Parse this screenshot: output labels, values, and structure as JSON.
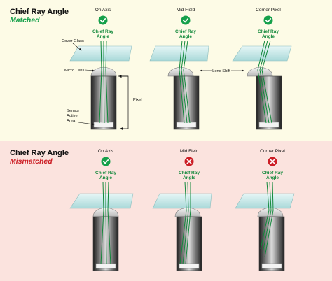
{
  "colors": {
    "top_bg": "#fdfbe6",
    "bottom_bg": "#fbe3de",
    "matched": "#15a04a",
    "mismatched": "#cc1e25",
    "ray": "#11883a",
    "glass": "#bfe6e6"
  },
  "panels": [
    {
      "title": "Chief Ray Angle",
      "subtitle": "Matched",
      "columns": [
        {
          "label": "On Axis",
          "status": "check-icon",
          "cra_line1": "Chief Ray",
          "cra_line2": "Angle"
        },
        {
          "label": "Mid Field",
          "status": "check-icon",
          "cra_line1": "Chief Ray",
          "cra_line2": "Angle"
        },
        {
          "label": "Corner Pixel",
          "status": "check-icon",
          "cra_line1": "Chief Ray",
          "cra_line2": "Angle"
        }
      ]
    },
    {
      "title": "Chief Ray Angle",
      "subtitle": "Mismatched",
      "columns": [
        {
          "label": "On Axis",
          "status": "check-icon",
          "cra_line1": "Chief Ray",
          "cra_line2": "Angle"
        },
        {
          "label": "Mid Field",
          "status": "cross-icon",
          "cra_line1": "Chief Ray",
          "cra_line2": "Angle"
        },
        {
          "label": "Corner Pixel",
          "status": "cross-icon",
          "cra_line1": "Chief Ray",
          "cra_line2": "Angle"
        }
      ]
    }
  ],
  "callouts": {
    "cover_glass": "Cover Glass",
    "micro_lens": "Micro Lens",
    "sensor_line1": "Sensor",
    "sensor_line2": "Active",
    "sensor_line3": "Area",
    "pixel": "Pixel",
    "lens_shift": "Lens Shift"
  }
}
